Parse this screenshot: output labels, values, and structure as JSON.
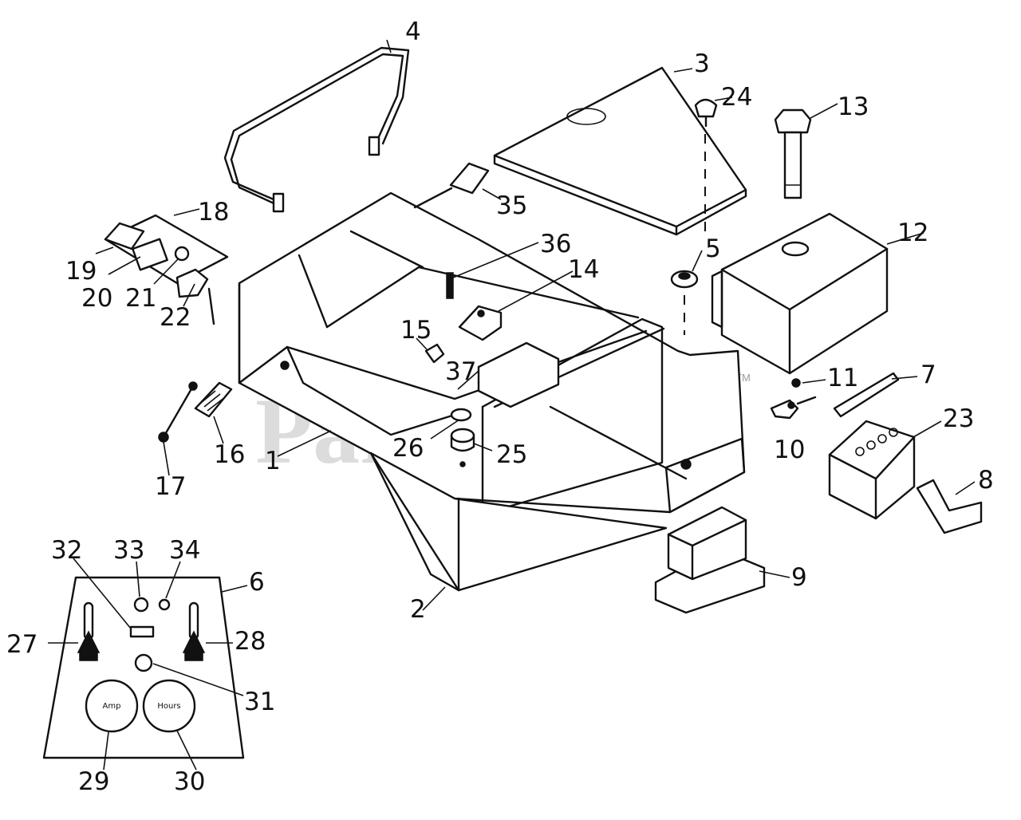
{
  "watermark": {
    "text": "PartsTree",
    "trademark": "TM"
  },
  "gauges": {
    "amp_label": "Amp",
    "hour_label": "Hours"
  },
  "callouts": {
    "c1": "1",
    "c2": "2",
    "c3": "3",
    "c4": "4",
    "c5": "5",
    "c6": "6",
    "c7": "7",
    "c8": "8",
    "c9": "9",
    "c10": "10",
    "c11": "11",
    "c12": "12",
    "c13": "13",
    "c14": "14",
    "c15": "15",
    "c16": "16",
    "c17": "17",
    "c18": "18",
    "c19": "19",
    "c20": "20",
    "c21": "21",
    "c22": "22",
    "c23": "23",
    "c24": "24",
    "c25": "25",
    "c26": "26",
    "c27": "27",
    "c28": "28",
    "c29": "29",
    "c30": "30",
    "c31": "31",
    "c32": "32",
    "c33": "33",
    "c34": "34",
    "c35": "35",
    "c36": "36",
    "c37": "37"
  }
}
